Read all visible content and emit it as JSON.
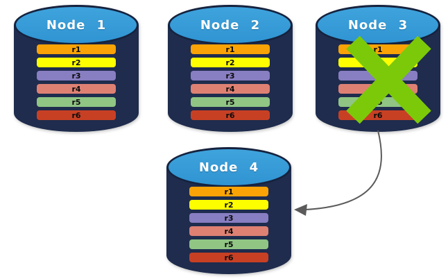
{
  "diagram": {
    "type": "database-replication",
    "colors": {
      "cylinder_body": "#1F2C4D",
      "cylinder_top": "#3399D6",
      "cylinder_outline": "#15223E",
      "node_title_color": "#FFFFFF",
      "failure_x": "#7CC90A",
      "arrow": "#5B5B5B"
    },
    "replicas": [
      {
        "id": "r1",
        "color": "#FAA306"
      },
      {
        "id": "r2",
        "color": "#FDFE00"
      },
      {
        "id": "r3",
        "color": "#887EC2"
      },
      {
        "id": "r4",
        "color": "#DE8173"
      },
      {
        "id": "r5",
        "color": "#90C584"
      },
      {
        "id": "r6",
        "color": "#C84024"
      }
    ],
    "nodes": [
      {
        "title": "Node 1",
        "failed": false
      },
      {
        "title": "Node 2",
        "failed": false
      },
      {
        "title": "Node 3",
        "failed": true
      },
      {
        "title": "Node 4",
        "failed": false
      }
    ],
    "arrow": {
      "from": "Node 3",
      "to": "Node 4"
    }
  }
}
